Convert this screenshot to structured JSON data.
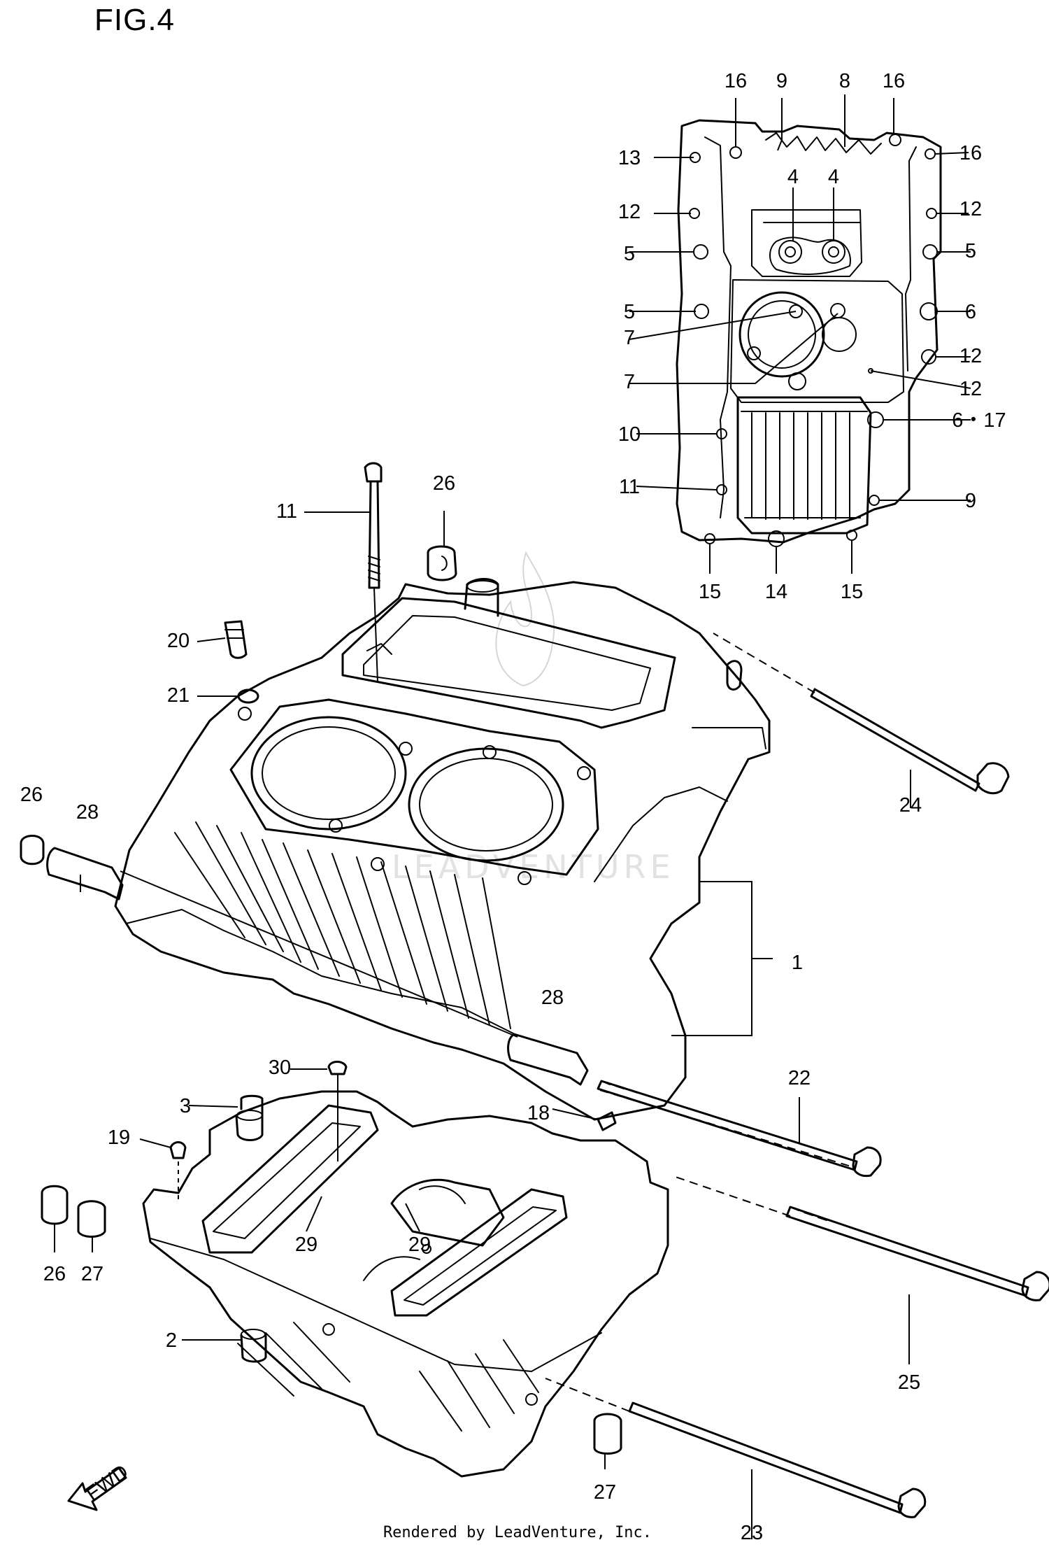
{
  "figure": {
    "title": "FIG.4",
    "footer": "Rendered by LeadVenture, Inc.",
    "watermark": "LEADVENTURE",
    "fwd_label": "FWD"
  },
  "callouts": [
    {
      "label": "16"
    },
    {
      "label": "9"
    },
    {
      "label": "8"
    },
    {
      "label": "16"
    },
    {
      "label": "13"
    },
    {
      "label": "16"
    },
    {
      "label": "4"
    },
    {
      "label": "4"
    },
    {
      "label": "12"
    },
    {
      "label": "12"
    },
    {
      "label": "5"
    },
    {
      "label": "5"
    },
    {
      "label": "5"
    },
    {
      "label": "6"
    },
    {
      "label": "7"
    },
    {
      "label": "7"
    },
    {
      "label": "12"
    },
    {
      "label": "12"
    },
    {
      "label": "10"
    },
    {
      "label": "6・17"
    },
    {
      "label": "11"
    },
    {
      "label": "9"
    },
    {
      "label": "15"
    },
    {
      "label": "14"
    },
    {
      "label": "15"
    },
    {
      "label": "11"
    },
    {
      "label": "26"
    },
    {
      "label": "20"
    },
    {
      "label": "21"
    },
    {
      "label": "24"
    },
    {
      "label": "26"
    },
    {
      "label": "28"
    },
    {
      "label": "1"
    },
    {
      "label": "28"
    },
    {
      "label": "22"
    },
    {
      "label": "30"
    },
    {
      "label": "3"
    },
    {
      "label": "18"
    },
    {
      "label": "19"
    },
    {
      "label": "29"
    },
    {
      "label": "29"
    },
    {
      "label": "26"
    },
    {
      "label": "27"
    },
    {
      "label": "25"
    },
    {
      "label": "2"
    },
    {
      "label": "27"
    },
    {
      "label": "23"
    }
  ]
}
